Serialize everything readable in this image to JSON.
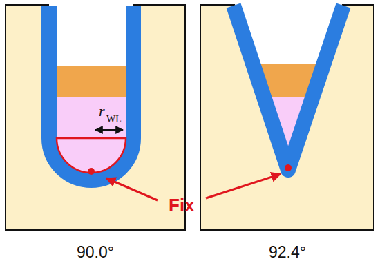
{
  "diagram": {
    "labels": [
      "r",
      "WL",
      "Fix",
      "90.0°",
      "92.4°"
    ]
  }
}
